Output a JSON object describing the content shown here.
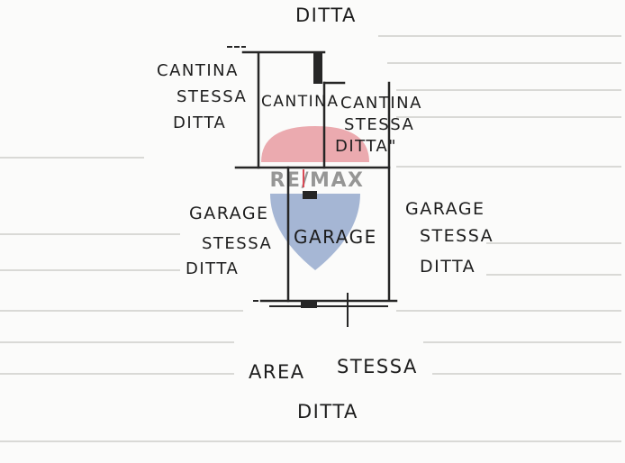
{
  "colors": {
    "ink": "#1d1d1d",
    "paper": "#fbfbfa",
    "watermark_red": "#d94a55",
    "watermark_blue": "#3e64a8"
  },
  "watermark": {
    "text": "RE/MAX"
  },
  "labels": {
    "top": "DITTA",
    "cantina_left_1": "CANTINA",
    "cantina_left_2": "STESSA",
    "cantina_left_3": "DITTA",
    "cantina_center": "CANTINA",
    "cantina_right_1": "CANTINA",
    "cantina_right_2": "STESSA",
    "cantina_right_3": "DITTA\"",
    "garage_left_1": "GARAGE",
    "garage_left_2": "STESSA",
    "garage_left_3": "DITTA",
    "garage_center": "GARAGE",
    "garage_right_1": "GARAGE",
    "garage_right_2": "STESSA",
    "garage_right_3": "DITTA",
    "bottom_1": "AREA",
    "bottom_2": "STESSA",
    "bottom_3": "DITTA"
  }
}
